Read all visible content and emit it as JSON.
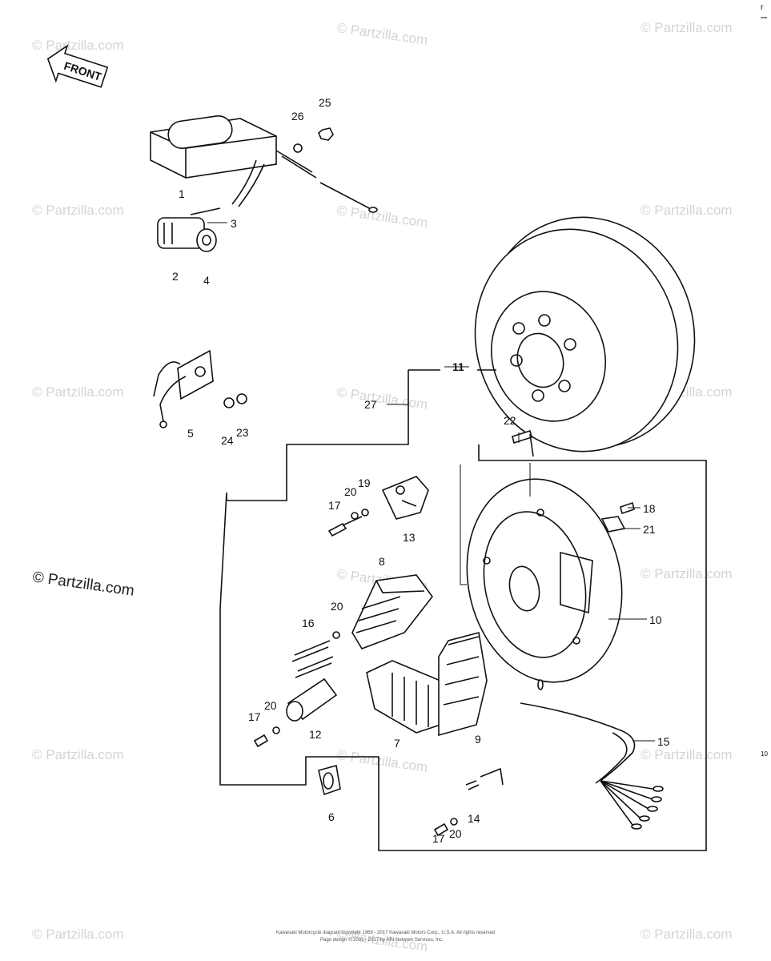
{
  "front_arrow": {
    "label": "FRONT"
  },
  "callouts": [
    {
      "id": "c1",
      "text": "1"
    },
    {
      "id": "c2",
      "text": "2"
    },
    {
      "id": "c3",
      "text": "3"
    },
    {
      "id": "c4",
      "text": "4"
    },
    {
      "id": "c5",
      "text": "5"
    },
    {
      "id": "c6",
      "text": "6"
    },
    {
      "id": "c7",
      "text": "7"
    },
    {
      "id": "c8",
      "text": "8"
    },
    {
      "id": "c9",
      "text": "9"
    },
    {
      "id": "c10",
      "text": "10"
    },
    {
      "id": "c11",
      "text": "11"
    },
    {
      "id": "c12",
      "text": "12"
    },
    {
      "id": "c13",
      "text": "13"
    },
    {
      "id": "c14",
      "text": "14"
    },
    {
      "id": "c15",
      "text": "15"
    },
    {
      "id": "c16",
      "text": "16"
    },
    {
      "id": "c17a",
      "text": "17"
    },
    {
      "id": "c17b",
      "text": "17"
    },
    {
      "id": "c17c",
      "text": "17"
    },
    {
      "id": "c18",
      "text": "18"
    },
    {
      "id": "c19",
      "text": "19"
    },
    {
      "id": "c20a",
      "text": "20"
    },
    {
      "id": "c20b",
      "text": "20"
    },
    {
      "id": "c20c",
      "text": "20"
    },
    {
      "id": "c20d",
      "text": "20"
    },
    {
      "id": "c21",
      "text": "21"
    },
    {
      "id": "c22",
      "text": "22"
    },
    {
      "id": "c23",
      "text": "23"
    },
    {
      "id": "c24",
      "text": "24"
    },
    {
      "id": "c25",
      "text": "25"
    },
    {
      "id": "c26",
      "text": "26"
    },
    {
      "id": "c27",
      "text": "27"
    }
  ],
  "watermark": {
    "text": "© Partzilla.com",
    "prominent_text": "© Partzilla.com"
  },
  "edge_marks": {
    "top_right": "r",
    "right": "10"
  },
  "footer": {
    "line1": "Kawasaki Motorcycle diagram copyright 1969 - 2017 Kawasaki Motors Corp., U.S.A. All rights reserved",
    "line2": "Page design © 2001 - 2017 by ARI Network Services, Inc."
  },
  "colors": {
    "ink": "#111111",
    "watermark": "#d4d4d4",
    "background": "#ffffff"
  }
}
